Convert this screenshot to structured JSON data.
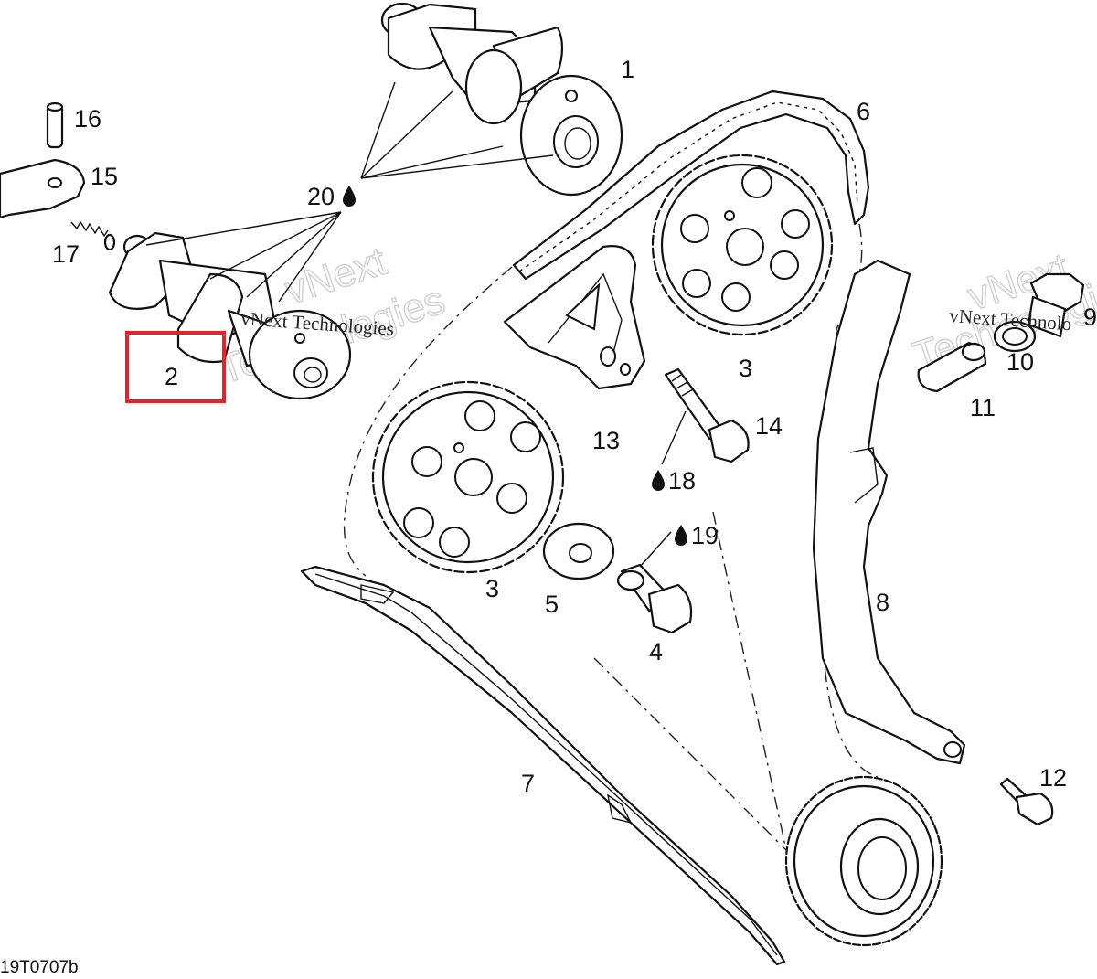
{
  "diagram_code": "19T0707b",
  "watermark": {
    "line1": "vNext",
    "line2": "Technologies",
    "inline": "vNext Technologies",
    "inline_cut": "vNext Technolo"
  },
  "highlight_color": "#e0242a",
  "callouts": [
    {
      "id": "1",
      "text": "1",
      "lube": false
    },
    {
      "id": "2",
      "text": "2",
      "lube": false,
      "highlighted": true
    },
    {
      "id": "3a",
      "text": "3",
      "lube": false
    },
    {
      "id": "3b",
      "text": "3",
      "lube": false
    },
    {
      "id": "4",
      "text": "4",
      "lube": false
    },
    {
      "id": "5",
      "text": "5",
      "lube": false
    },
    {
      "id": "6",
      "text": "6",
      "lube": false
    },
    {
      "id": "7",
      "text": "7",
      "lube": false
    },
    {
      "id": "8",
      "text": "8",
      "lube": false
    },
    {
      "id": "9",
      "text": "9",
      "lube": false
    },
    {
      "id": "10",
      "text": "10",
      "lube": false
    },
    {
      "id": "11",
      "text": "11",
      "lube": false
    },
    {
      "id": "12",
      "text": "12",
      "lube": false
    },
    {
      "id": "13",
      "text": "13",
      "lube": false
    },
    {
      "id": "14",
      "text": "14",
      "lube": false
    },
    {
      "id": "15",
      "text": "15",
      "lube": false
    },
    {
      "id": "16",
      "text": "16",
      "lube": false
    },
    {
      "id": "17",
      "text": "17",
      "lube": false
    },
    {
      "id": "18",
      "text": "18",
      "lube": true
    },
    {
      "id": "19",
      "text": "19",
      "lube": true
    },
    {
      "id": "20",
      "text": "20",
      "lube": true
    }
  ]
}
